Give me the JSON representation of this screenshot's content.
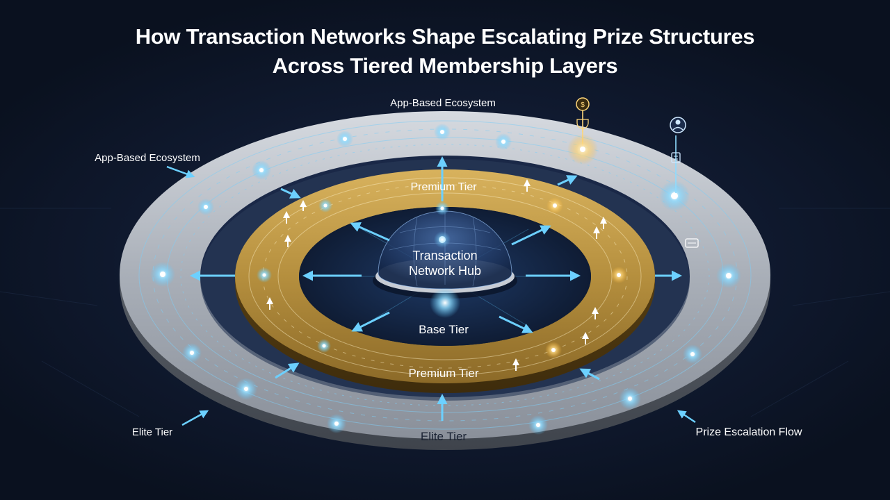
{
  "title": {
    "line1": "How Transaction Networks Shape Escalating Prize Structures",
    "line2": "Across Tiered Membership Layers"
  },
  "hub": {
    "line1": "Transaction",
    "line2": "Network Hub"
  },
  "rings": {
    "base_label": "Base Tier",
    "premium_top_label": "Premium Tier",
    "premium_bottom_label": "Premium Tier",
    "elite_bottom_label": "Elite Tier"
  },
  "callouts": {
    "top": "App-Based Ecosystem",
    "left": "App-Based Ecosystem",
    "bottom_left": "Elite Tier",
    "bottom_right": "Prize Escalation Flow"
  },
  "colors": {
    "background": "#0c1424",
    "outer_ring": "#b9bec6",
    "gold_ring": "#b58f3e",
    "accent_cyan": "#5cc8ff",
    "text_light": "#ffffff"
  },
  "icons": [
    "user-icon",
    "coin-icon",
    "chat-icon",
    "document-icon",
    "trophy-icon"
  ]
}
